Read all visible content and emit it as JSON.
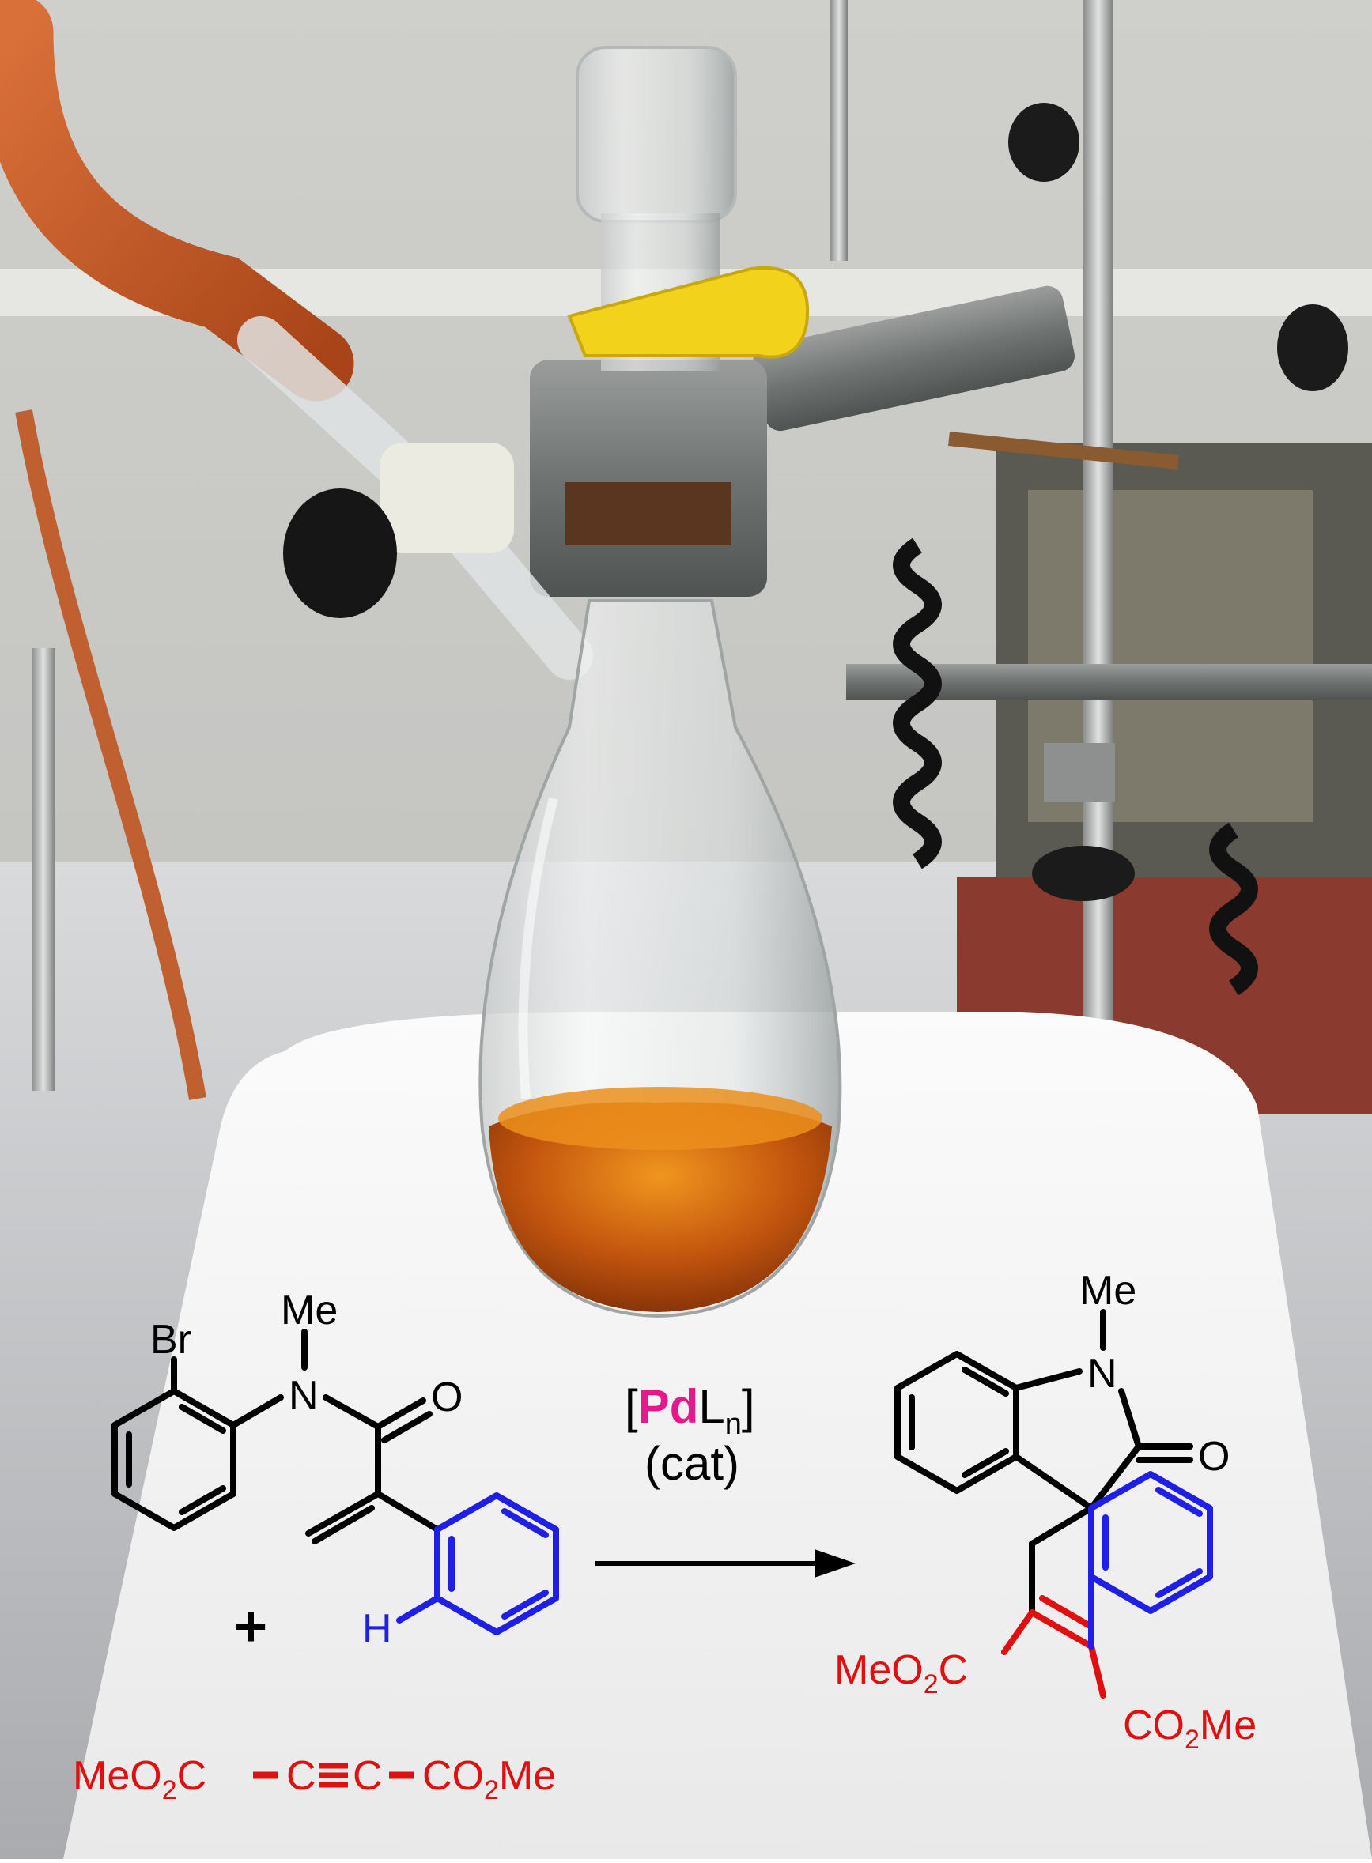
{
  "photo": {
    "description_name": "laboratory-photo"
  },
  "colors": {
    "black": "#000000",
    "blue": "#1f1fe6",
    "red": "#e01010",
    "magenta": "#e6198c",
    "liquid": "#c4560e",
    "tubing": "#c85a2a",
    "clip": "#f2d21a"
  },
  "reactant1": {
    "bromo_label": "Br",
    "methyl_label": "Me",
    "nitrogen_label": "N",
    "oxygen_label": "O",
    "hydrogen_label": "H"
  },
  "plus_sign": "+",
  "alkyne": {
    "left_group": "MeO",
    "left_sub": "2",
    "left_c": "C",
    "c1": "C",
    "c2": "C",
    "right_group": "CO",
    "right_sub": "2",
    "right_me": "Me"
  },
  "catalyst": {
    "bracket_open": "[",
    "metal": "Pd",
    "ligand": "L",
    "ligand_sub": "n",
    "bracket_close": "]",
    "note": "(cat)"
  },
  "product": {
    "methyl_label": "Me",
    "nitrogen_label": "N",
    "oxygen_label": "O",
    "ester_left_main": "MeO",
    "ester_left_sub": "2",
    "ester_left_c": "C",
    "ester_right_main": "CO",
    "ester_right_sub": "2",
    "ester_right_me": "Me"
  }
}
